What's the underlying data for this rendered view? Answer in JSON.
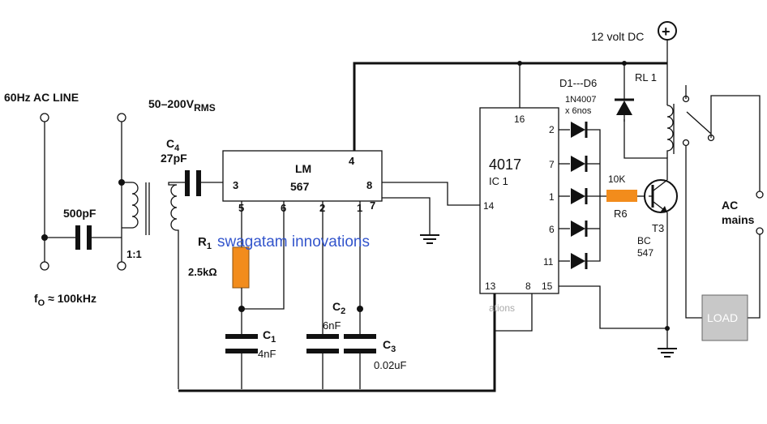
{
  "source_labels": {
    "line": "60Hz AC LINE",
    "voltage": "50–200V",
    "voltage_sub": "RMS",
    "freq": "f",
    "freq_sub": "O",
    "freq_val": " ≈ 100kHz",
    "ratio": "1:1"
  },
  "components": {
    "c_line": "500pF",
    "c4_name": "C",
    "c4_sub": "4",
    "c4_val": "27pF",
    "r1_name": "R",
    "r1_sub": "1",
    "r1_val": "2.5kΩ",
    "c1_name": "C",
    "c1_sub": "1",
    "c1_val": "4nF",
    "c2_name": "C",
    "c2_sub": "2",
    "c2_val": "6nF",
    "c3_name": "C",
    "c3_sub": "3",
    "c3_val": "0.02uF"
  },
  "lm567": {
    "title": "LM",
    "part": "567",
    "pins": {
      "p3": "3",
      "p4": "4",
      "p5": "5",
      "p6": "6",
      "p2": "2",
      "p1": "1",
      "p8": "8",
      "p7": "7"
    }
  },
  "ic4017": {
    "part": "4017",
    "ref": "IC 1",
    "pins": {
      "p16": "16",
      "p14": "14",
      "p13": "13",
      "p8": "8",
      "p15": "15",
      "q2": "2",
      "q7": "7",
      "q1": "1",
      "q6": "6",
      "q11": "11"
    },
    "ghost_text": "ations"
  },
  "diodes": {
    "ref": "D1---D6",
    "part": "1N4007",
    "qty": "x 6nos"
  },
  "resistor_r6": {
    "value": "10K",
    "ref": "R6"
  },
  "transistor": {
    "ref": "T3",
    "part_line1": "BC",
    "part_line2": "547"
  },
  "relay": {
    "ref": "RL 1"
  },
  "power": {
    "label": "12 volt DC",
    "symbol": "+"
  },
  "mains": {
    "line1": "AC",
    "line2": "mains"
  },
  "load": {
    "label": "LOAD"
  },
  "watermark": "swagatam innovations",
  "colors": {
    "resistor": "#f28c1c",
    "load_box": "#c8c8c8",
    "watermark": "#3355cc"
  }
}
